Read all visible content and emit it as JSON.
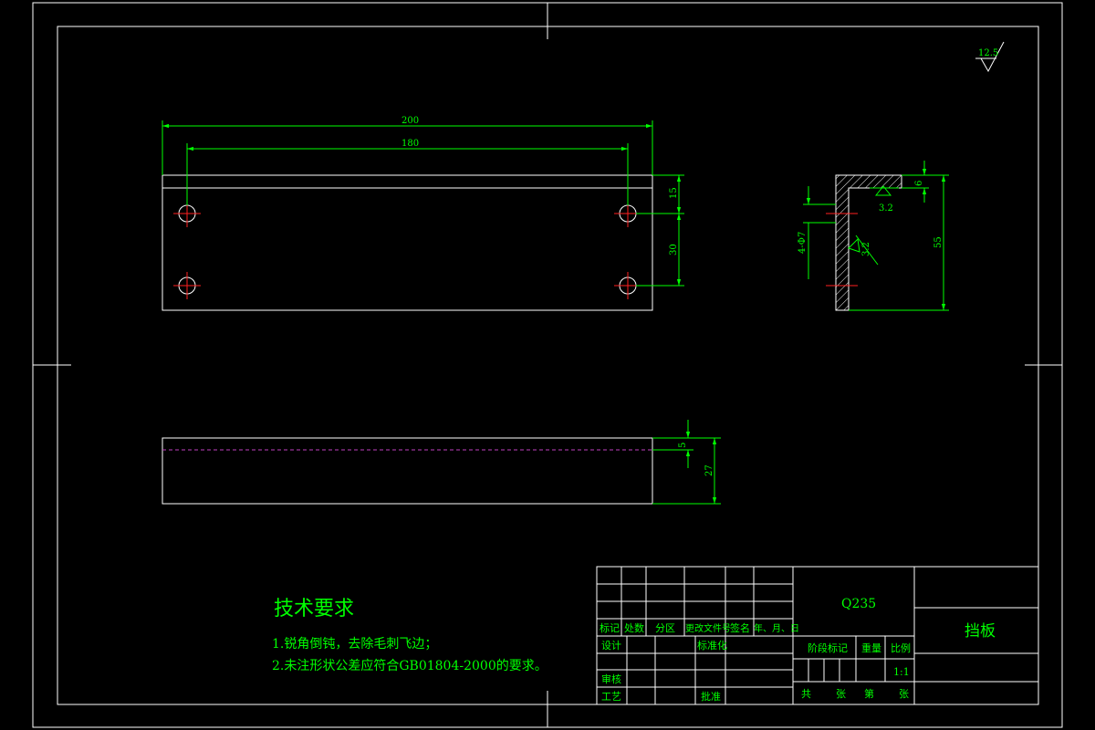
{
  "drawing": {
    "roughness_symbol": "12.5",
    "front_view": {
      "dim_overall": "200",
      "dim_holes": "180",
      "dim_top_hole": "15",
      "dim_hole_pitch": "30"
    },
    "side_view": {
      "dim_flange": "6",
      "dim_height": "55",
      "dim_hole": "4-Φ7",
      "roughness_1": "3.2",
      "roughness_2": "3.2"
    },
    "top_view": {
      "dim_thickness": "5",
      "dim_width": "27"
    }
  },
  "notes": {
    "title": "技术要求",
    "items": [
      "1.锐角倒钝，去除毛刺飞边；",
      "2.未注形状公差应符合GB01804-2000的要求。"
    ]
  },
  "title_block": {
    "material": "Q235",
    "part_name": "挡板",
    "header_row": [
      "标记",
      "处数",
      "分区",
      "更改文件号",
      "签名",
      "年、月、日"
    ],
    "design": "设计",
    "standardize": "标准化",
    "review": "审核",
    "process": "工艺",
    "approve": "批准",
    "stage_mark": "阶段标记",
    "weight": "重量",
    "scale_label": "比例",
    "scale_value": "1:1",
    "sheets_total": "共",
    "sheets_unit": "张",
    "sheet_no": "第",
    "sheet_unit": "张"
  }
}
